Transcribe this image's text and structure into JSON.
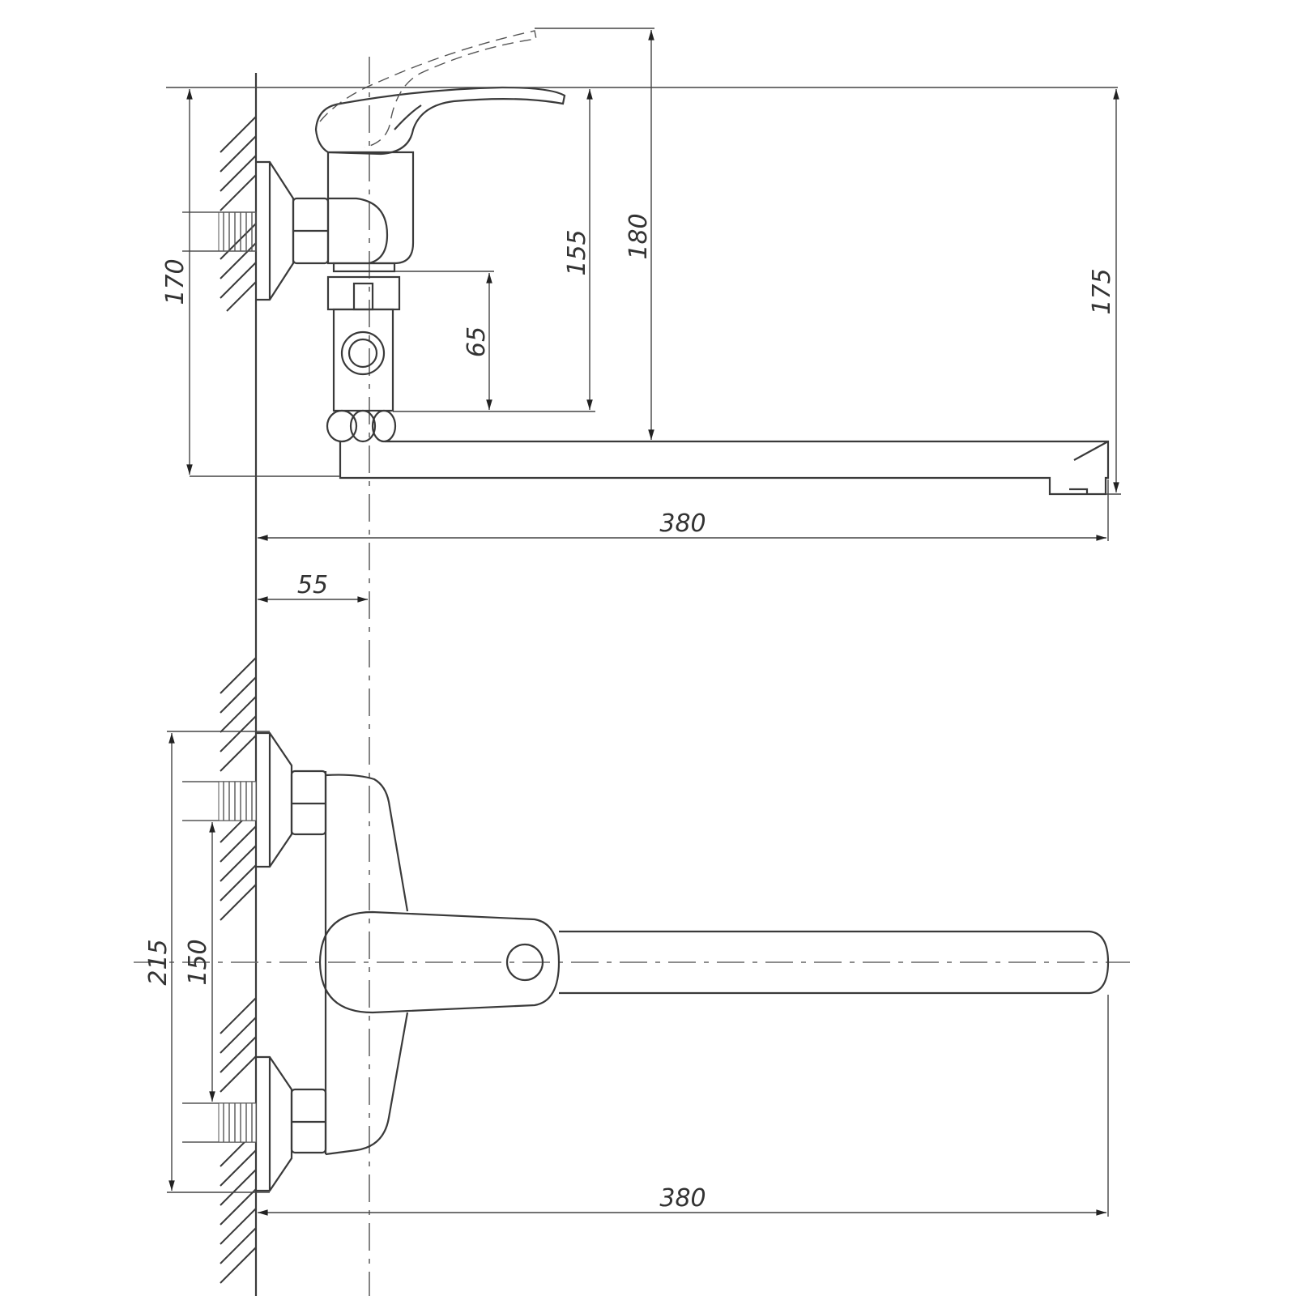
{
  "drawing": {
    "title": "Wall-mounted single-lever mixer, long spout — dimensional drawing",
    "side_view": {
      "dimensions": {
        "height_overall": "170",
        "lever_to_spout": "155",
        "lever_raised": "180",
        "wall_to_spout_tip": "175",
        "body_to_spout": "65",
        "spout_reach": "380",
        "wall_to_axis": "55"
      }
    },
    "front_view": {
      "dimensions": {
        "flange_outer": "215",
        "inlet_centres": "150",
        "spout_reach": "380"
      }
    },
    "colors": {
      "line": "#3a3a3a",
      "background": "#ffffff"
    }
  }
}
